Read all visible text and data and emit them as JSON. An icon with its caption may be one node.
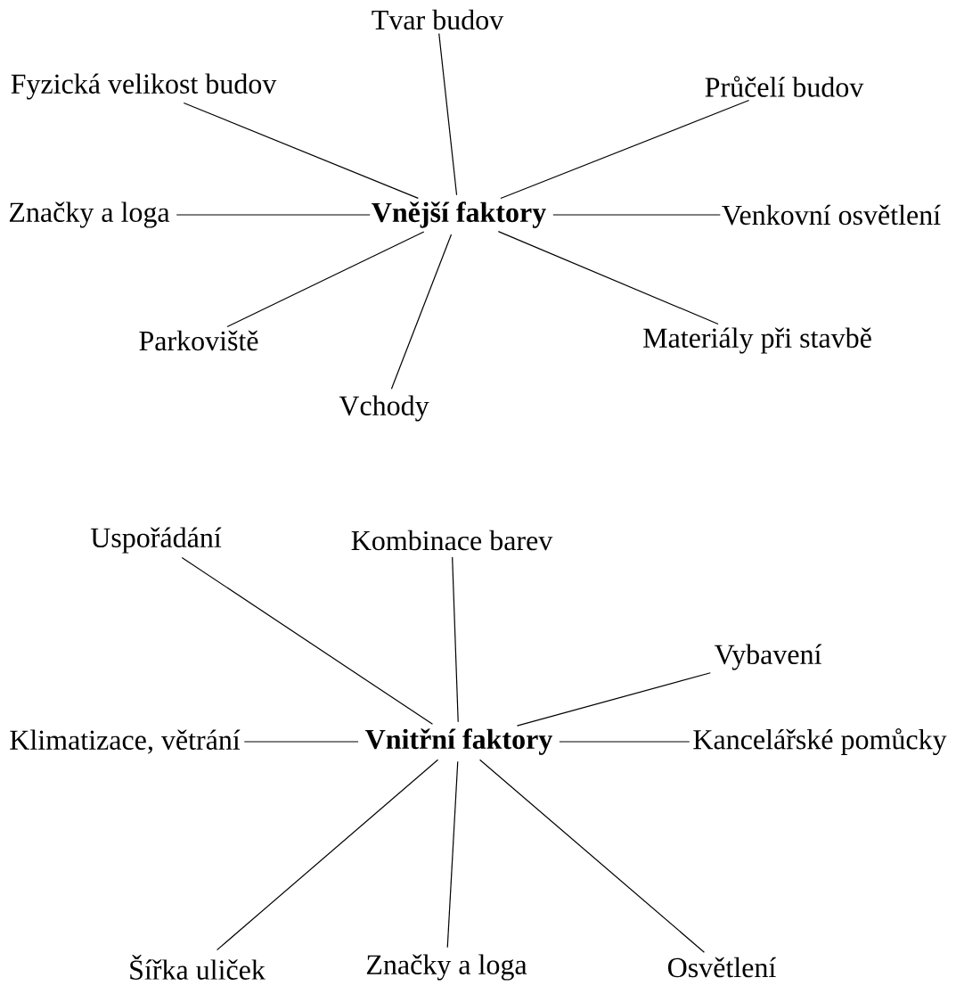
{
  "diagram": {
    "nodes": [
      {
        "text": [
          "Vnější faktory"
        ]
      },
      {
        "text": [
          "Tvar budov"
        ]
      },
      {
        "text": [
          "Fyzická velikost budov"
        ]
      },
      {
        "text": [
          "Průčelí budov"
        ]
      },
      {
        "text": [
          "Značky a loga"
        ]
      },
      {
        "text": [
          "Venkovní osvětlení"
        ]
      },
      {
        "text": [
          "Parkoviště"
        ]
      },
      {
        "text": [
          "Materiály při stavbě"
        ]
      },
      {
        "text": [
          "Vchody"
        ]
      },
      {
        "text": [
          "Vnitřní faktory"
        ]
      },
      {
        "text": [
          "Uspořádání"
        ]
      },
      {
        "text": [
          "Kombinace barev"
        ]
      },
      {
        "text": [
          "Vybavení"
        ]
      },
      {
        "text": [
          "Klimatizace, větrání"
        ]
      },
      {
        "text": [
          "Kancelářské pomůcky"
        ]
      },
      {
        "text": [
          "Šířka uliček"
        ]
      },
      {
        "text": [
          "Značky a loga"
        ]
      },
      {
        "text": [
          "Osvětlení"
        ]
      }
    ],
    "edges": [
      {
        "from": 0,
        "to": 1,
        "arrow": "none"
      },
      {
        "from": 0,
        "to": 2,
        "arrow": "none"
      },
      {
        "from": 0,
        "to": 3,
        "arrow": "none"
      },
      {
        "from": 0,
        "to": 4,
        "arrow": "none"
      },
      {
        "from": 0,
        "to": 5,
        "arrow": "none"
      },
      {
        "from": 0,
        "to": 6,
        "arrow": "none"
      },
      {
        "from": 0,
        "to": 7,
        "arrow": "none"
      },
      {
        "from": 0,
        "to": 8,
        "arrow": "none"
      },
      {
        "from": 9,
        "to": 10,
        "arrow": "none"
      },
      {
        "from": 9,
        "to": 11,
        "arrow": "none"
      },
      {
        "from": 9,
        "to": 12,
        "arrow": "none"
      },
      {
        "from": 9,
        "to": 13,
        "arrow": "none"
      },
      {
        "from": 9,
        "to": 14,
        "arrow": "none"
      },
      {
        "from": 9,
        "to": 15,
        "arrow": "none"
      },
      {
        "from": 9,
        "to": 16,
        "arrow": "none"
      },
      {
        "from": 9,
        "to": 17,
        "arrow": "none"
      }
    ]
  }
}
